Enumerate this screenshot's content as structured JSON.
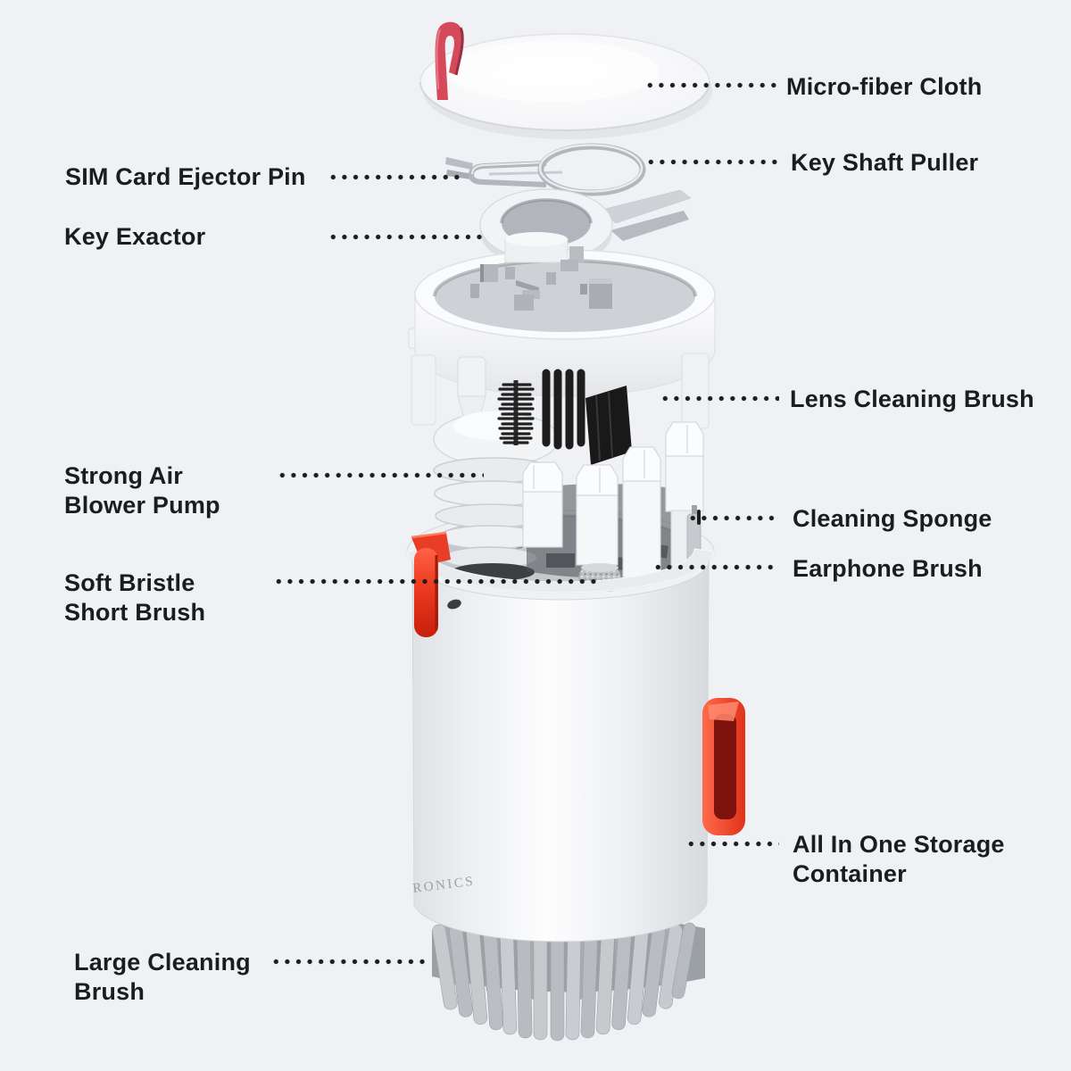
{
  "page": {
    "background_color": "#eff1f4",
    "description": "Exploded-view diagram of an all-in-one electronics cleaning kit with dotted callout labels"
  },
  "product": {
    "logo_text": "RONICS",
    "accent_red": "#ee3b26",
    "pin_red": "#d6485a",
    "metal_gray": "#b6bac0",
    "brush_black": "#1e1e1e",
    "bristle_gray": "#c7cacd"
  },
  "labels": [
    {
      "id": "micro-fiber-cloth",
      "text": "Micro-fiber Cloth",
      "side": "right"
    },
    {
      "id": "key-shaft-puller",
      "text": "Key Shaft Puller",
      "side": "right"
    },
    {
      "id": "sim-card-ejector-pin",
      "text": "SIM Card Ejector Pin",
      "side": "left"
    },
    {
      "id": "key-exactor",
      "text": "Key Exactor",
      "side": "left"
    },
    {
      "id": "lens-cleaning-brush",
      "text": "Lens Cleaning Brush",
      "side": "right"
    },
    {
      "id": "strong-air-blower-pump",
      "text": "Strong Air Blower Pump",
      "side": "left"
    },
    {
      "id": "cleaning-sponge",
      "text": "Cleaning Sponge",
      "side": "right"
    },
    {
      "id": "earphone-brush",
      "text": "Earphone Brush",
      "side": "right"
    },
    {
      "id": "soft-bristle-short-brush",
      "text": "Soft Bristle Short Brush",
      "side": "left"
    },
    {
      "id": "all-in-one-storage-container",
      "text": "All In One Storage Container",
      "side": "right"
    },
    {
      "id": "large-cleaning-brush",
      "text": "Large Cleaning Brush",
      "side": "left"
    }
  ]
}
